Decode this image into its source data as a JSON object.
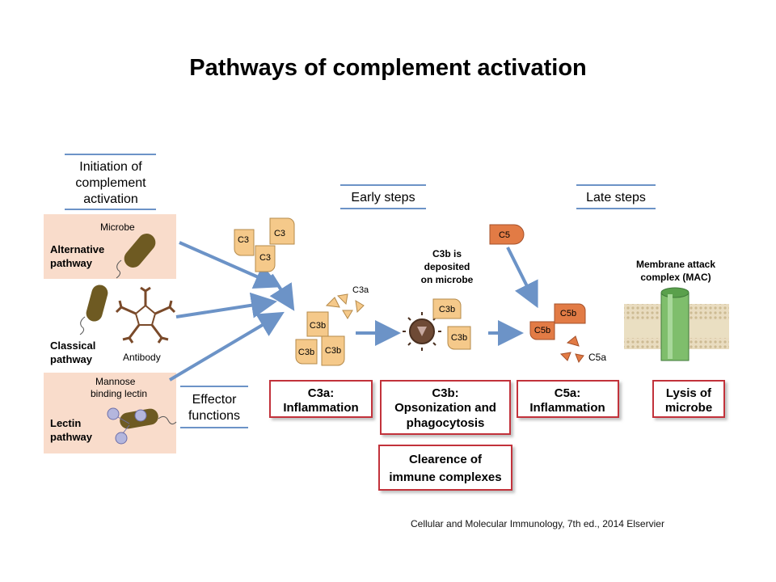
{
  "title": "Pathways of complement activation",
  "headers": {
    "initiation": [
      "Initiation of",
      "complement",
      "activation"
    ],
    "early": "Early steps",
    "late": "Late steps",
    "effector": [
      "Effector",
      "functions"
    ]
  },
  "pathways": {
    "alternative": [
      "Alternative",
      "pathway"
    ],
    "classical": [
      "Classical",
      "pathway"
    ],
    "lectin": [
      "Lectin",
      "pathway"
    ]
  },
  "labels": {
    "microbe": "Microbe",
    "antibody": "Antibody",
    "mannose": [
      "Mannose",
      "binding lectin"
    ],
    "c3": "C3",
    "c3a": "C3a",
    "c3b": "C3b",
    "c3b_deposited": [
      "C3b is",
      "deposited",
      "on microbe"
    ],
    "c5": "C5",
    "c5a": "C5a",
    "c5b": "C5b",
    "mac": [
      "Membrane attack",
      "complex (MAC)"
    ]
  },
  "effects": {
    "c3a": [
      "C3a:",
      "Inflammation"
    ],
    "c3b": [
      "C3b:",
      "Opsonization and",
      "phagocytosis"
    ],
    "clearance": [
      "Clearence of",
      "immune complexes"
    ],
    "c5a": [
      "C5a:",
      "Inflammation"
    ],
    "lysis": [
      "Lysis of",
      "microbe"
    ]
  },
  "citation": "Cellular and Molecular Immunology, 7th ed., 2014 Elservier",
  "colors": {
    "pathway_bg": "#f9dccb",
    "arrow": "#6c93c7",
    "c3_fill": "#f5c98a",
    "c5_fill": "#e27b45",
    "effect_border": "#c2303a",
    "header_border": "#6c93c7",
    "bacterium": "#6e5a22",
    "mac_green": "#7fbe6c"
  }
}
